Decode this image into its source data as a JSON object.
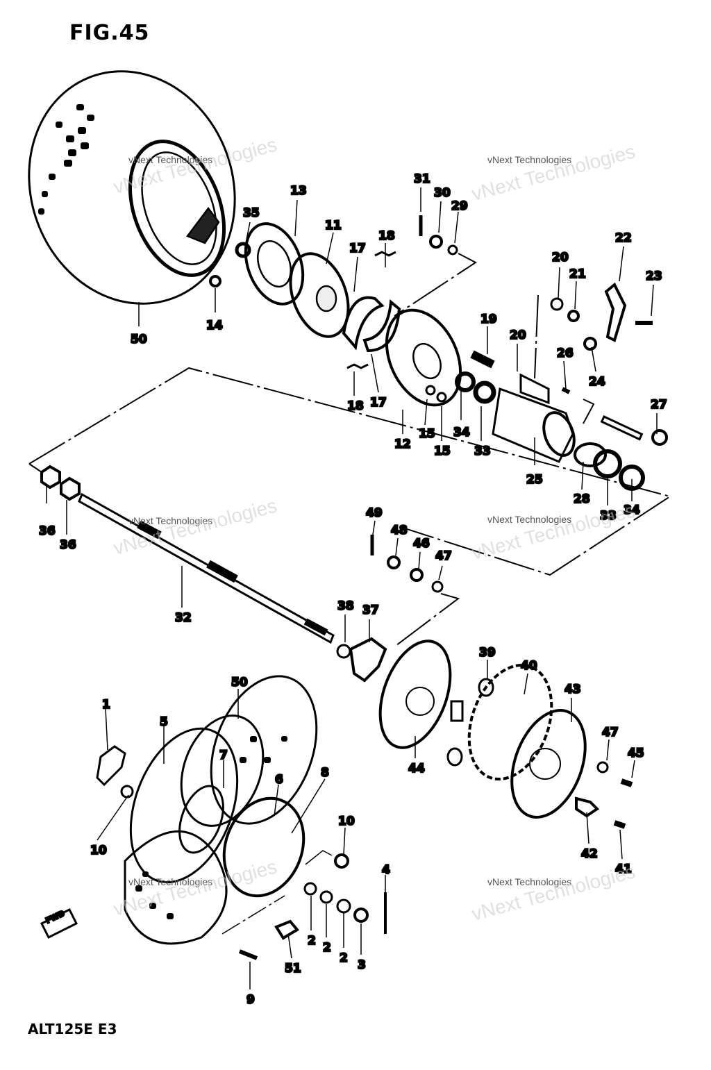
{
  "figure": {
    "title": "FIG.45",
    "model": "ALT125E E3",
    "forward_label": "FWD"
  },
  "watermarks": [
    {
      "small": "vNext Technologies",
      "big": "vNext Technologies"
    },
    {
      "small": "vNext Technologies",
      "big": "vNext Technologies"
    },
    {
      "small": "vNext Technologies",
      "big": "vNext Technologies"
    },
    {
      "small": "vNext Technologies",
      "big": "vNext Technologies"
    },
    {
      "small": "vNext Technologies",
      "big": "vNext Technologies"
    },
    {
      "small": "vNext Technologies",
      "big": "vNext Technologies"
    }
  ],
  "callouts": [
    "50",
    "14",
    "35",
    "13",
    "11",
    "17",
    "18",
    "17",
    "18",
    "31",
    "30",
    "29",
    "12",
    "15",
    "15",
    "34",
    "33",
    "19",
    "20",
    "20",
    "21",
    "22",
    "23",
    "24",
    "26",
    "27",
    "25",
    "28",
    "33",
    "34",
    "36",
    "36",
    "32",
    "49",
    "48",
    "46",
    "47",
    "38",
    "37",
    "44",
    "39",
    "40",
    "43",
    "47",
    "45",
    "42",
    "41",
    "1",
    "5",
    "50",
    "7",
    "6",
    "8",
    "10",
    "10",
    "4",
    "2",
    "2",
    "2",
    "3",
    "51",
    "9"
  ]
}
